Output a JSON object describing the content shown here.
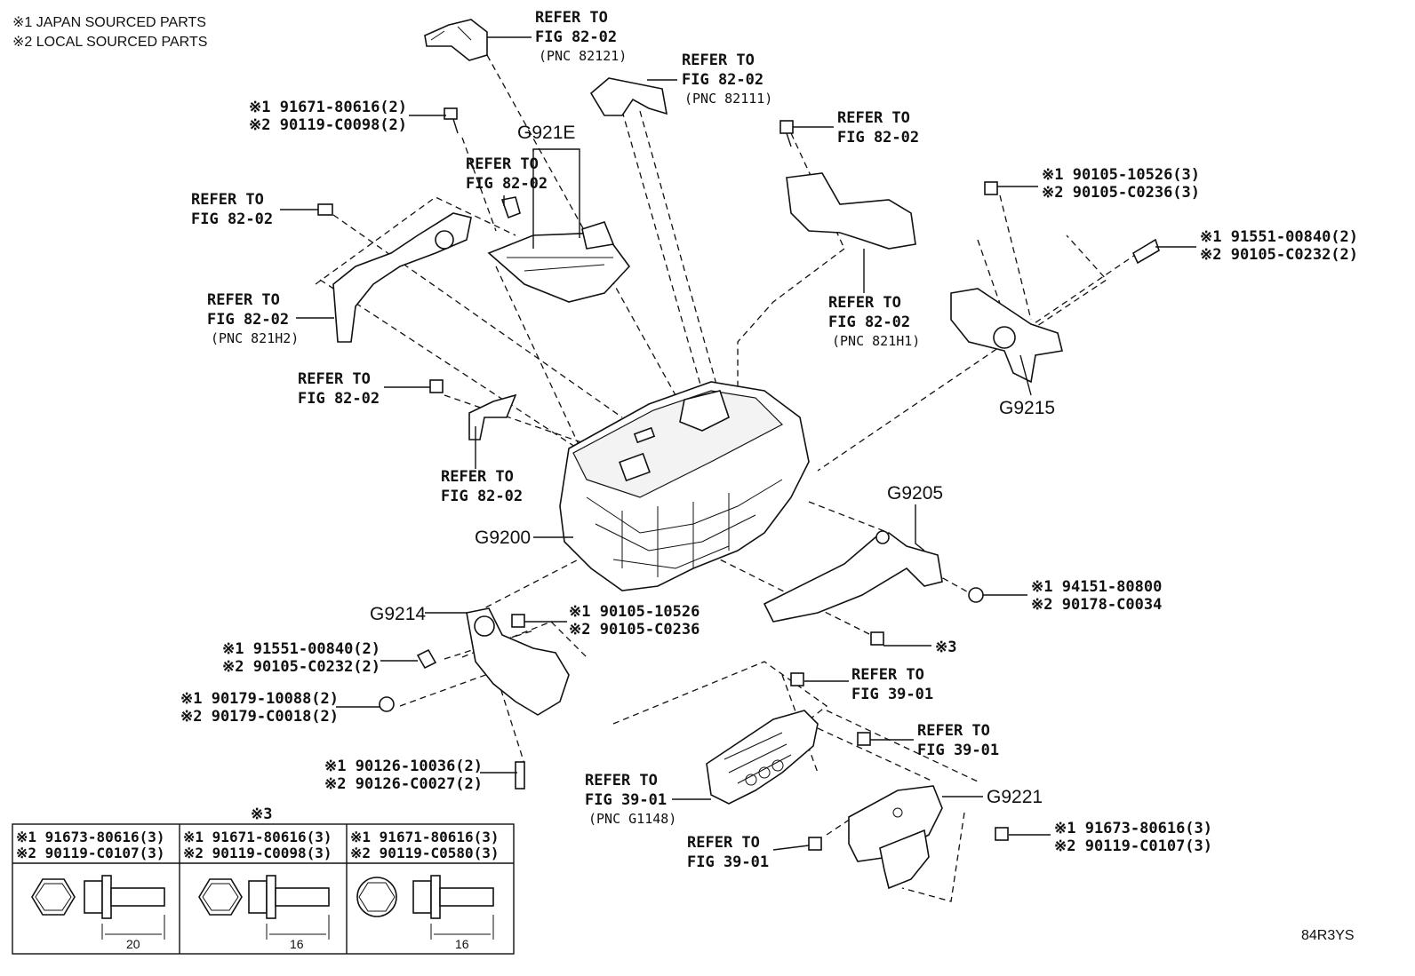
{
  "notes": {
    "japan": "※1 JAPAN SOURCED PARTS",
    "local": "※2 LOCAL SOURCED PARTS"
  },
  "refs": {
    "r1": {
      "line1": "REFER TO",
      "line2": "FIG 82-02",
      "pnc": "(PNC 82121)"
    },
    "r2": {
      "line1": "REFER TO",
      "line2": "FIG 82-02",
      "pnc": "(PNC 82111)"
    },
    "r3": {
      "line1": "REFER TO",
      "line2": "FIG 82-02"
    },
    "r4": {
      "line1": "REFER TO",
      "line2": "FIG 82-02"
    },
    "r5": {
      "line1": "REFER TO",
      "line2": "FIG 82-02"
    },
    "r6": {
      "line1": "REFER TO",
      "line2": "FIG 82-02",
      "pnc": "(PNC 821H2)"
    },
    "r7": {
      "line1": "REFER TO",
      "line2": "FIG 82-02",
      "pnc": "(PNC 821H1)"
    },
    "r8": {
      "line1": "REFER TO",
      "line2": "FIG 82-02"
    },
    "r9": {
      "line1": "REFER TO",
      "line2": "FIG 82-02"
    },
    "r10": {
      "line1": "REFER TO",
      "line2": "FIG 39-01"
    },
    "r11": {
      "line1": "REFER TO",
      "line2": "FIG 39-01"
    },
    "r12": {
      "line1": "REFER TO",
      "line2": "FIG 39-01",
      "pnc": "(PNC G1148)"
    },
    "r13": {
      "line1": "REFER TO",
      "line2": "FIG 39-01"
    }
  },
  "parts": {
    "p1": {
      "a": "※1 91671-80616(2)",
      "b": "※2 90119-C0098(2)"
    },
    "p2": {
      "a": "※1 90105-10526(3)",
      "b": "※2 90105-C0236(3)"
    },
    "p3": {
      "a": "※1 91551-00840(2)",
      "b": "※2 90105-C0232(2)"
    },
    "p4": {
      "a": "※1 94151-80800",
      "b": "※2 90178-C0034"
    },
    "p5": {
      "a": "※1 90105-10526",
      "b": "※2 90105-C0236"
    },
    "p6": {
      "a": "※1 91551-00840(2)",
      "b": "※2 90105-C0232(2)"
    },
    "p7": {
      "a": "※1 90179-10088(2)",
      "b": "※2 90179-C0018(2)"
    },
    "p8": {
      "a": "※1 90126-10036(2)",
      "b": "※2 90126-C0027(2)"
    },
    "p9": {
      "a": "※1 91673-80616(3)",
      "b": "※2 90119-C0107(3)"
    },
    "star3": "※3"
  },
  "groups": {
    "g921e": "G921E",
    "g9215": "G9215",
    "g9205": "G9205",
    "g9200": "G9200",
    "g9214": "G9214",
    "g9221": "G9221"
  },
  "table": {
    "title": "※3",
    "cols": [
      {
        "a": "※1 91673-80616(3)",
        "b": "※2 90119-C0107(3)",
        "dim": "20"
      },
      {
        "a": "※1 91671-80616(3)",
        "b": "※2 90119-C0098(3)",
        "dim": "16"
      },
      {
        "a": "※1 91671-80616(3)",
        "b": "※2 90119-C0580(3)",
        "dim": "16"
      }
    ]
  },
  "code": "84R3YS"
}
